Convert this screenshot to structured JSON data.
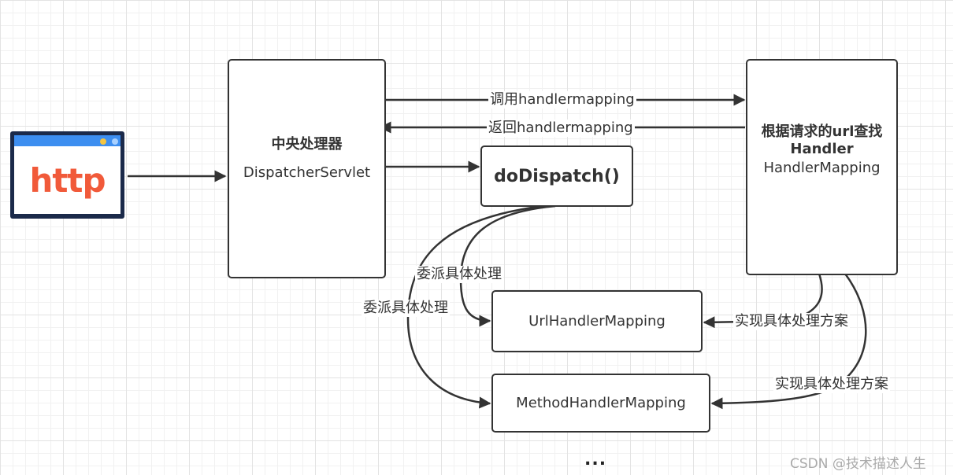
{
  "http_icon": {
    "label": "http",
    "colors": {
      "frame": "#1b2a4a",
      "bar": "#3d8ef0",
      "text": "#f15a3a",
      "dot1": "#f4c542",
      "dot2": "#a8d0ff"
    }
  },
  "nodes": {
    "dispatcher": {
      "title": "中央处理器",
      "subtitle": "DispatcherServlet"
    },
    "do_dispatch": {
      "title": "doDispatch()"
    },
    "handler_mapping": {
      "title": "根据请求的url查找Handler",
      "subtitle": "HandlerMapping"
    },
    "url_handler_mapping": {
      "title": "UrlHandlerMapping"
    },
    "method_handler_mapping": {
      "title": "MethodHandlerMapping"
    }
  },
  "edge_labels": {
    "call": "调用handlermapping",
    "return": "返回handlermapping",
    "delegate_1": "委派具体处理",
    "delegate_2": "委派具体处理",
    "impl_1": "实现具体处理方案",
    "impl_2": "实现具体处理方案"
  },
  "ellipsis": "...",
  "watermark": "CSDN @技术描述人生",
  "colors": {
    "stroke": "#333333",
    "grid": "#e3e3e3"
  }
}
